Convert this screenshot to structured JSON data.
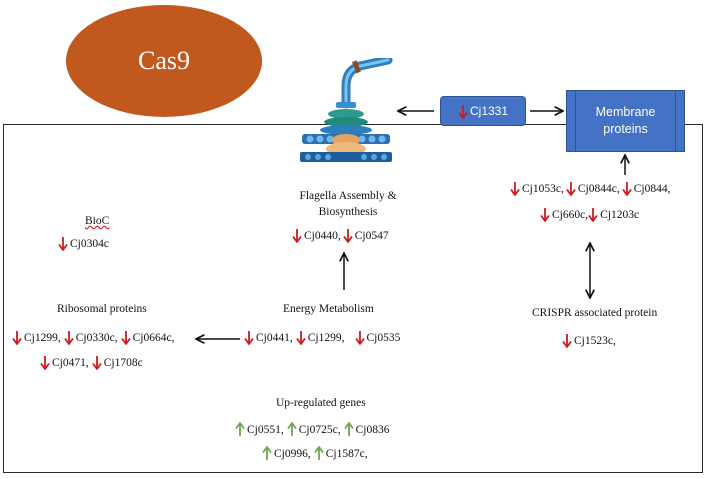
{
  "cas9": {
    "label": "Cas9"
  },
  "cj1331_box": {
    "label": "Cj1331"
  },
  "membrane_box": {
    "line1": "Membrane",
    "line2": "proteins"
  },
  "flagella": {
    "title_line1": "Flagella Assembly &",
    "title_line2": "Biosynthesis",
    "genes": [
      "Cj0440,",
      "Cj0547"
    ]
  },
  "membrane_genes": {
    "row1": [
      "Cj1053c,",
      "Cj0844c,",
      "Cj0844,"
    ],
    "row2": [
      "Cj660c,",
      "Cj1203c"
    ]
  },
  "bioc": {
    "title": "BioC",
    "genes": [
      "Cj0304c"
    ]
  },
  "ribosomal": {
    "title": "Ribosomal proteins",
    "row1": [
      "Cj1299,",
      "Cj0330c,",
      "Cj0664c,"
    ],
    "row2": [
      "Cj0471,",
      "Cj1708c"
    ]
  },
  "energy": {
    "title": "Energy Metabolism",
    "genes": [
      "Cj0441,",
      "Cj1299,",
      "Cj0535"
    ]
  },
  "crispr": {
    "title": "CRISPR associated protein",
    "genes": [
      "Cj1523c,"
    ]
  },
  "upregulated": {
    "title": "Up-regulated genes",
    "row1": [
      "Cj0551,",
      "Cj0725c,",
      "Cj0836"
    ],
    "row2": [
      "Cj0996,",
      "Cj1587c,"
    ]
  },
  "colors": {
    "down_arrow": "#d0191b",
    "up_arrow": "#6aa84f",
    "cas9": "#c1581e",
    "box_blue": "#4472c4"
  }
}
